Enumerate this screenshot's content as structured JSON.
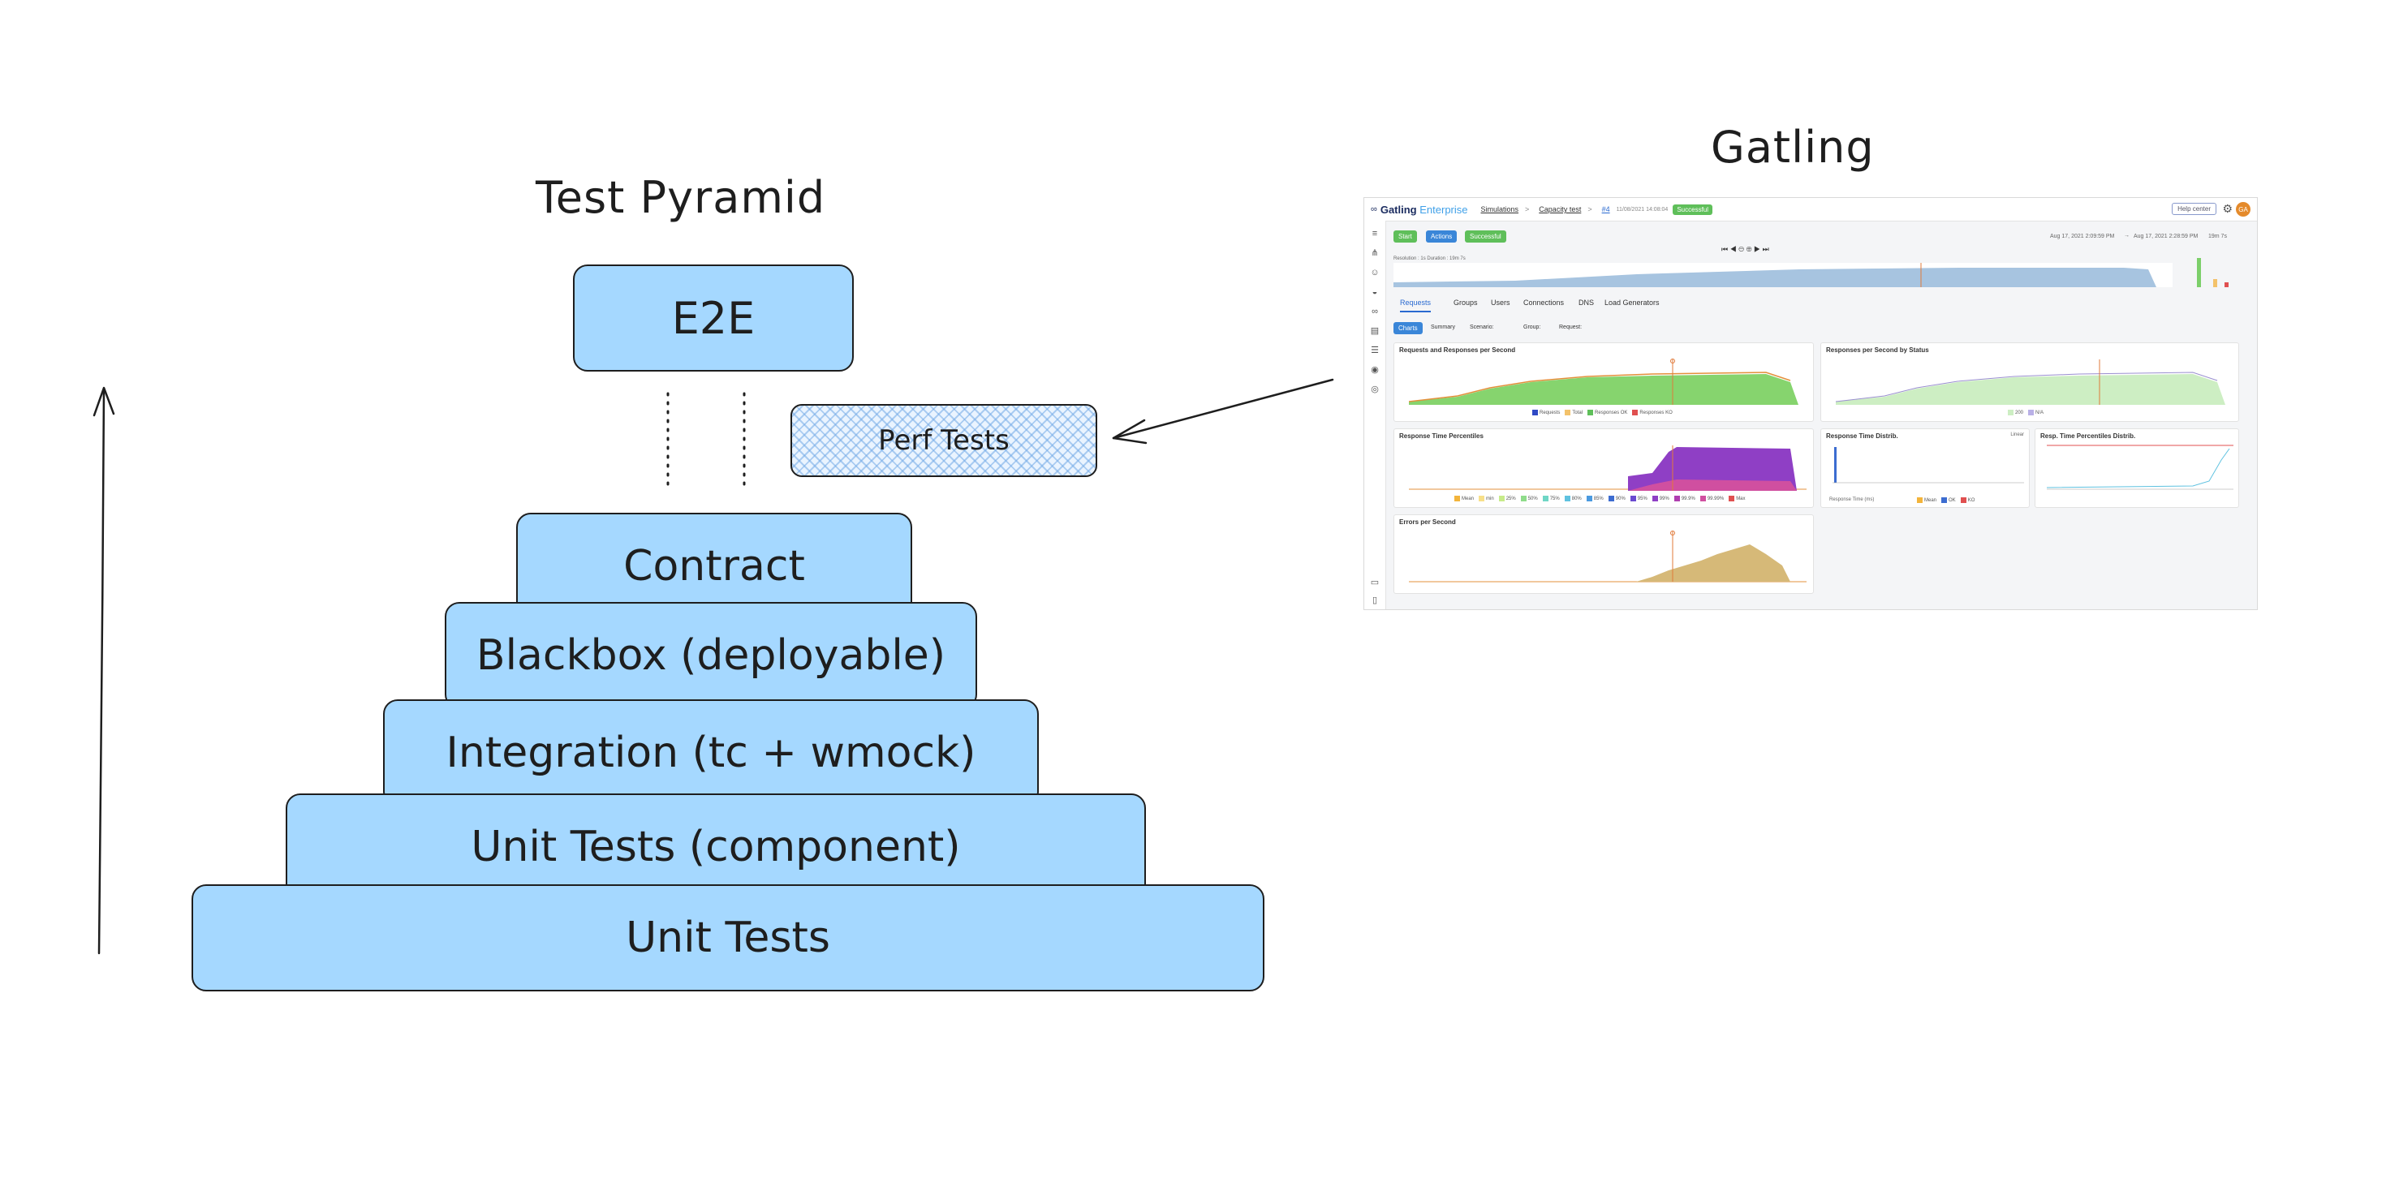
{
  "pyramid": {
    "title": "Test Pyramid",
    "tiers": [
      {
        "label": "E2E"
      },
      {
        "label": "Contract"
      },
      {
        "label": "Blackbox (deployable)"
      },
      {
        "label": "Integration (tc + wmock)"
      },
      {
        "label": "Unit Tests (component)"
      },
      {
        "label": "Unit Tests"
      }
    ],
    "side_box": "Perf Tests",
    "colors": {
      "tier_fill": "#a5d8ff",
      "stroke": "#1e1e1e"
    }
  },
  "gatling": {
    "title": "Gatling",
    "screenshot": {
      "brand": "Gatling",
      "brand_suffix": "Enterprise",
      "breadcrumbs": [
        "Simulations",
        "Capacity test",
        "#4"
      ],
      "run_date": "11/08/2021 14:08:04",
      "status": "Successful",
      "help": "Help center",
      "avatar_initials": "GA",
      "buttons": {
        "start": "Start",
        "actions": "Actions",
        "status": "Successful"
      },
      "range_from": "Aug 17, 2021 2:09:59 PM",
      "range_to": "Aug 17, 2021 2:28:59 PM",
      "range_len": "19m 7s",
      "resolution": "Resolution : 1s   Duration : 19m 7s",
      "tabs": [
        "Requests",
        "Groups",
        "Users",
        "Connections",
        "DNS",
        "Load Generators"
      ],
      "subtabs": {
        "charts": "Charts",
        "summary": "Summary",
        "scenario": "Scenario:",
        "group": "Group:",
        "request": "Request:"
      },
      "panels": {
        "p1": "Requests and Responses per Second",
        "p2": "Responses per Second by Status",
        "p3": "Response Time Percentiles",
        "p4": "Response Time Distrib.",
        "p5": "Resp. Time Percentiles Distrib.",
        "p6": "Errors per Second"
      },
      "legend1": [
        "Requests",
        "Total",
        "Responses OK",
        "Responses KO"
      ],
      "legend2": [
        "200",
        "N/A"
      ],
      "legend3": [
        "Mean",
        "min",
        "25%",
        "50%",
        "75%",
        "80%",
        "85%",
        "90%",
        "95%",
        "99%",
        "99.9%",
        "99.99%",
        "Max"
      ],
      "legend4": [
        "Mean",
        "OK",
        "KO"
      ],
      "axis_note": "Response Time (ms)",
      "linear": "Linear"
    }
  }
}
